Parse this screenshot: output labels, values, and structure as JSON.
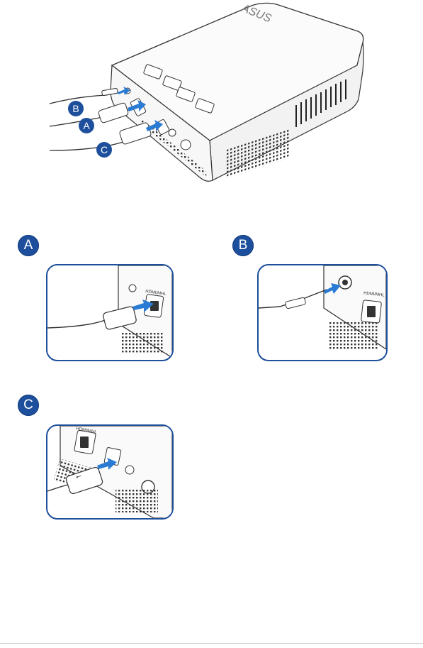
{
  "brand": {
    "logo_text": "ASUS"
  },
  "main_figure": {
    "callouts": {
      "a": "A",
      "b": "B",
      "c": "C"
    },
    "button_glyphs": [
      "▣",
      "◁/▷",
      "☰",
      "◁/▷"
    ]
  },
  "insets": [
    {
      "label": "A",
      "port_label": "HDMI/MHL"
    },
    {
      "label": "B",
      "port_label": "HDMI/MHL"
    },
    {
      "label": "C",
      "port_label": "HDMI/MHL",
      "usb_glyph": "⭠"
    }
  ],
  "colors": {
    "accent": "#1d4f9c",
    "outline": "#333333",
    "arrow": "#2a7bd4"
  }
}
